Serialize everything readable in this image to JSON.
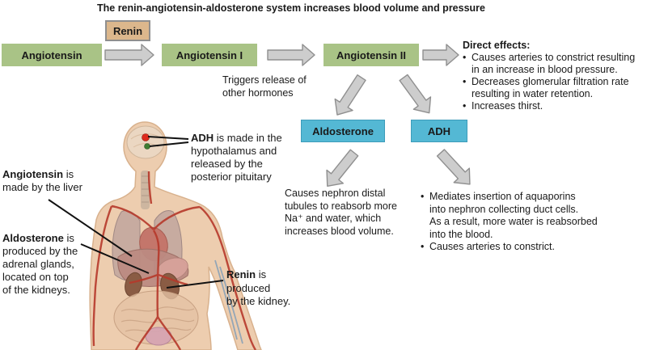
{
  "title": "The renin-angiotensin-aldosterone system increases blood volume and pressure",
  "glyphs": {
    "bullet": "•"
  },
  "colors": {
    "box_green": "#a9c386",
    "box_tan": "#dcb78c",
    "box_blue": "#54b8d4",
    "arrow_gray": "#cdcdcd",
    "hypothalamus_dot_red": "#dd2a1c",
    "pituitary_dot_green": "#3e7d31"
  },
  "flow": {
    "box1": "Angiotensin",
    "enzyme": "Renin",
    "box2": "Angiotensin I",
    "box3": "Angiotensin II",
    "note": "Triggers release of\nother hormones"
  },
  "direct_effects": {
    "heading": "Direct effects:",
    "bullets": [
      "Causes arteries to constrict resulting\nin an increase in blood pressure.",
      "Decreases glomerular filtration rate\nresulting in water retention.",
      "Increases thirst."
    ]
  },
  "aldosterone": {
    "label": "Aldosterone",
    "effect": "Causes nephron distal\ntubules to reabsorb more\nNa⁺ and water, which\nincreases blood volume."
  },
  "adh": {
    "label": "ADH",
    "bullets": [
      "Mediates insertion of aquaporins\ninto nephron collecting duct cells.\nAs a result, more water is reabsorbed\ninto the blood.",
      "Causes arteries to constrict."
    ]
  },
  "annotations": {
    "adh": {
      "lead": "ADH",
      "rest": " is made in the\nhypothalamus and\nreleased by the\nposterior pituitary"
    },
    "angiotensin": {
      "lead": "Angiotensin",
      "rest": " is\nmade by the liver"
    },
    "aldosterone": {
      "lead": "Aldosterone",
      "rest": " is\nproduced by the\nadrenal glands,\nlocated on top\nof the kidneys."
    },
    "renin": {
      "lead": "Renin",
      "rest": " is\nproduced\nby the kidney."
    }
  }
}
